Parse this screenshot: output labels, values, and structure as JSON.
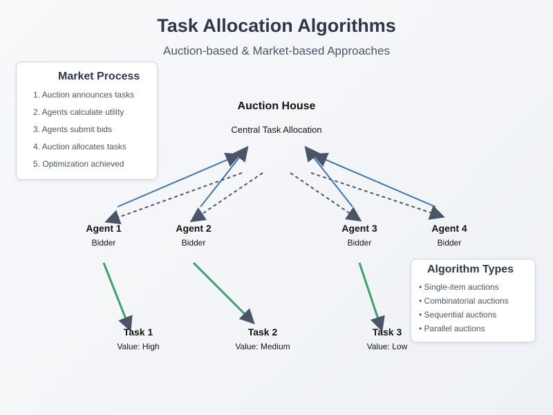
{
  "header": {
    "title": "Task Allocation Algorithms",
    "subtitle": "Auction-based & Market-based Approaches"
  },
  "auction_house": {
    "title": "Auction House",
    "subtitle": "Central Task Allocation"
  },
  "agents": [
    {
      "name": "Agent 1",
      "role": "Bidder"
    },
    {
      "name": "Agent 2",
      "role": "Bidder"
    },
    {
      "name": "Agent 3",
      "role": "Bidder"
    },
    {
      "name": "Agent 4",
      "role": "Bidder"
    }
  ],
  "tasks": [
    {
      "name": "Task 1",
      "value": "Value: High"
    },
    {
      "name": "Task 2",
      "value": "Value: Medium"
    },
    {
      "name": "Task 3",
      "value": "Value: Low"
    }
  ],
  "market_process": {
    "title": "Market Process",
    "steps": [
      "1. Auction announces tasks",
      "2. Agents calculate utility",
      "3. Agents submit bids",
      "4. Auction allocates tasks",
      "5. Optimization achieved"
    ]
  },
  "algorithm_types": {
    "title": "Algorithm Types",
    "items": [
      "• Single-item auctions",
      "• Combinatorial auctions",
      "• Sequential auctions",
      "• Parallel auctions"
    ]
  },
  "colors": {
    "bid_arrow": "#3b72b0",
    "announce_arrow": "#4a5568",
    "assign_arrow": "#38a169",
    "arrowhead": "#4a5568"
  }
}
